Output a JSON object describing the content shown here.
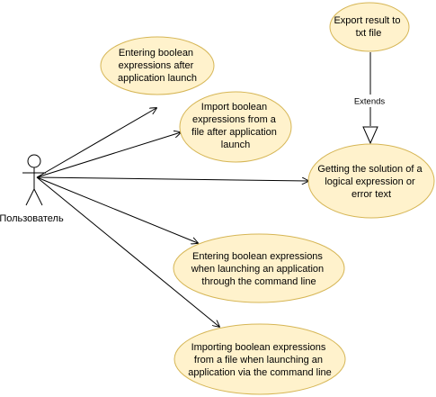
{
  "diagram": {
    "actor": {
      "label": "Пользователь"
    },
    "use_cases": [
      {
        "id": "uc1",
        "lines": [
          "Entering boolean",
          "expressions after",
          "application launch"
        ]
      },
      {
        "id": "uc2",
        "lines": [
          "Import boolean",
          "expressions from a",
          "file after application",
          "launch"
        ]
      },
      {
        "id": "uc3",
        "lines": [
          "Getting the solution of a",
          "logical expression or",
          "error text"
        ]
      },
      {
        "id": "uc4",
        "lines": [
          "Entering boolean expressions",
          "when launching an application",
          "through the command line"
        ]
      },
      {
        "id": "uc5",
        "lines": [
          "Importing boolean expressions",
          "from a file when launching an",
          "application via the command line"
        ]
      },
      {
        "id": "uc6",
        "lines": [
          "Export result to",
          "txt file"
        ]
      }
    ],
    "extends_label": "Extends",
    "colors": {
      "fill": "#fff2cc",
      "stroke": "#d6b656",
      "line": "#000000"
    }
  }
}
